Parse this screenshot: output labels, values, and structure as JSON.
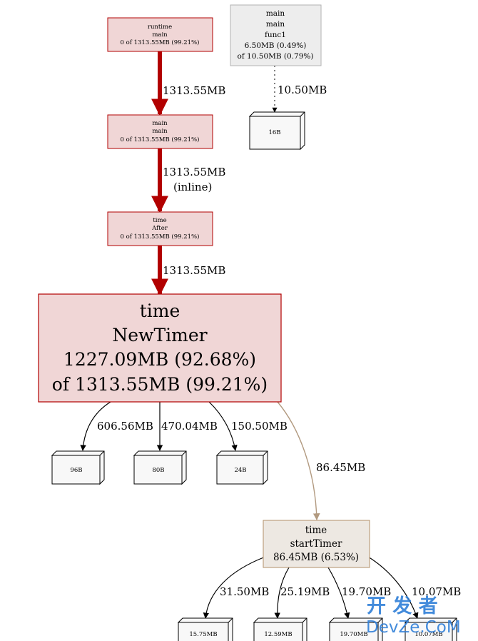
{
  "nodes": {
    "runtime_main": {
      "lines": [
        "runtime",
        "main",
        "0 of 1313.55MB (99.21%)"
      ]
    },
    "main_main": {
      "lines": [
        "main",
        "main",
        "0 of 1313.55MB (99.21%)"
      ]
    },
    "time_after": {
      "lines": [
        "time",
        "After",
        "0 of 1313.55MB (99.21%)"
      ]
    },
    "time_newtimer": {
      "lines": [
        "time",
        "NewTimer",
        "1227.09MB (92.68%)",
        "of 1313.55MB (99.21%)"
      ]
    },
    "main_func1": {
      "lines": [
        "main",
        "main",
        "func1",
        "6.50MB (0.49%)",
        "of 10.50MB (0.79%)"
      ]
    },
    "time_starttimer": {
      "lines": [
        "time",
        "startTimer",
        "86.45MB (6.53%)"
      ]
    }
  },
  "alloc_boxes": {
    "b16": "16B",
    "b96": "96B",
    "b80": "80B",
    "b24": "24B",
    "b1575": "15.75MB",
    "b1259": "12.59MB",
    "b1970": "19.70MB",
    "b1007": "10.07MB"
  },
  "edges": {
    "rt_to_main": "1313.55MB",
    "main_to_after": "1313.55MB",
    "main_to_after_inline": "(inline)",
    "after_to_newtimer": "1313.55MB",
    "func1_to_16b": "10.50MB",
    "nt_to_96b": "606.56MB",
    "nt_to_80b": "470.04MB",
    "nt_to_24b": "150.50MB",
    "nt_to_starttimer": "86.45MB",
    "st_to_1575": "31.50MB",
    "st_to_1259": "25.19MB",
    "st_to_1970": "19.70MB",
    "st_to_1007": "10.07MB"
  },
  "watermark": {
    "cn": "开 发 者",
    "en": "DevZe.CoM"
  },
  "colors": {
    "hot_fill": "#f0d6d6",
    "hot_stroke": "#b20000",
    "hot_edge": "#b20000",
    "warm_fill": "#ede8e2",
    "warm_stroke": "#b2906a",
    "warm_edge": "#b29a80",
    "cold_fill": "#ededed",
    "cold_stroke": "#b2b2b2",
    "box_fill": "#f8f8f8",
    "watermark": "#2f7fd8"
  }
}
